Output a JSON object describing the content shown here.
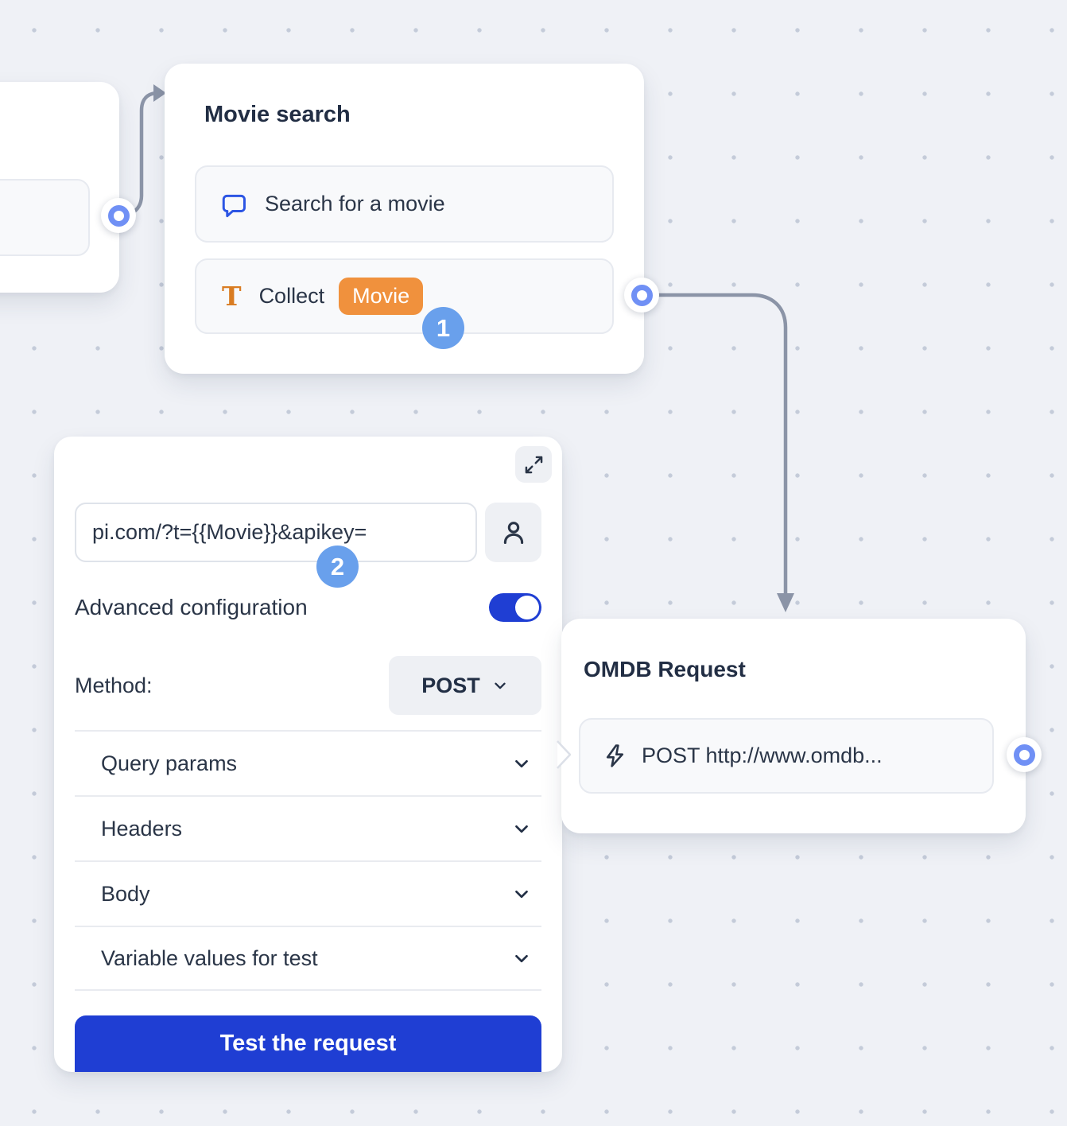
{
  "flow": {
    "movie_node": {
      "title": "Movie search",
      "rows": [
        {
          "icon": "chat-bubble-icon",
          "label": "Search for a movie"
        },
        {
          "icon": "text-input-icon",
          "icon_glyph": "T",
          "label": "Collect",
          "variable_chip": "Movie"
        }
      ]
    },
    "omdb_node": {
      "title": "OMDB Request",
      "row": {
        "icon": "lightning-icon",
        "label": "POST http://www.omdb..."
      }
    }
  },
  "panel": {
    "url_input": {
      "value": "pi.com/?t={{Movie}}&apikey="
    },
    "advanced_label": "Advanced configuration",
    "method_label": "Method:",
    "method_value": "POST",
    "sections": [
      {
        "label": "Query params"
      },
      {
        "label": "Headers"
      },
      {
        "label": "Body"
      },
      {
        "label": "Variable values for test"
      }
    ],
    "test_button": "Test the request"
  },
  "annotations": {
    "step1": "1",
    "step2": "2"
  },
  "colors": {
    "background": "#eff1f6",
    "grid_dot": "#c4cbd9",
    "action_blue": "#1f3ed3",
    "badge_blue": "#69a0ec",
    "port_ring_blue": "#7090f5",
    "chip_orange": "#f0913d",
    "icon_orange": "#d97c22",
    "icon_blue": "#2c55e4",
    "connector_gray": "#8b94a7",
    "text_dark": "#2a3547"
  }
}
